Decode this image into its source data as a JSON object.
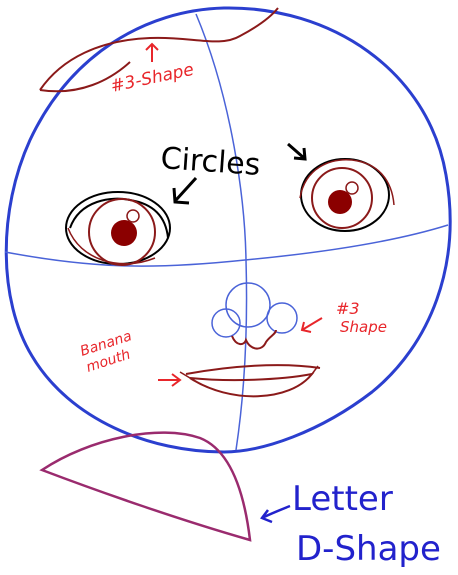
{
  "labels": {
    "shape3_top": "#3-Shape",
    "circles": "Circles",
    "shape3_nose_line1": "#3",
    "shape3_nose_line2": "Shape",
    "banana_line1": "Banana",
    "banana_line2": "mouth",
    "letter_line1": "Letter",
    "letter_line2": "D-Shape"
  },
  "colors": {
    "head_outline": "#2b3fcf",
    "guide_lines": "#4a63d8",
    "feature_lines": "#8b1a1a",
    "label_red": "#e8262b",
    "label_blue": "#2222cc",
    "pupil": "#8b0000",
    "collar": "#9a2b6e"
  }
}
